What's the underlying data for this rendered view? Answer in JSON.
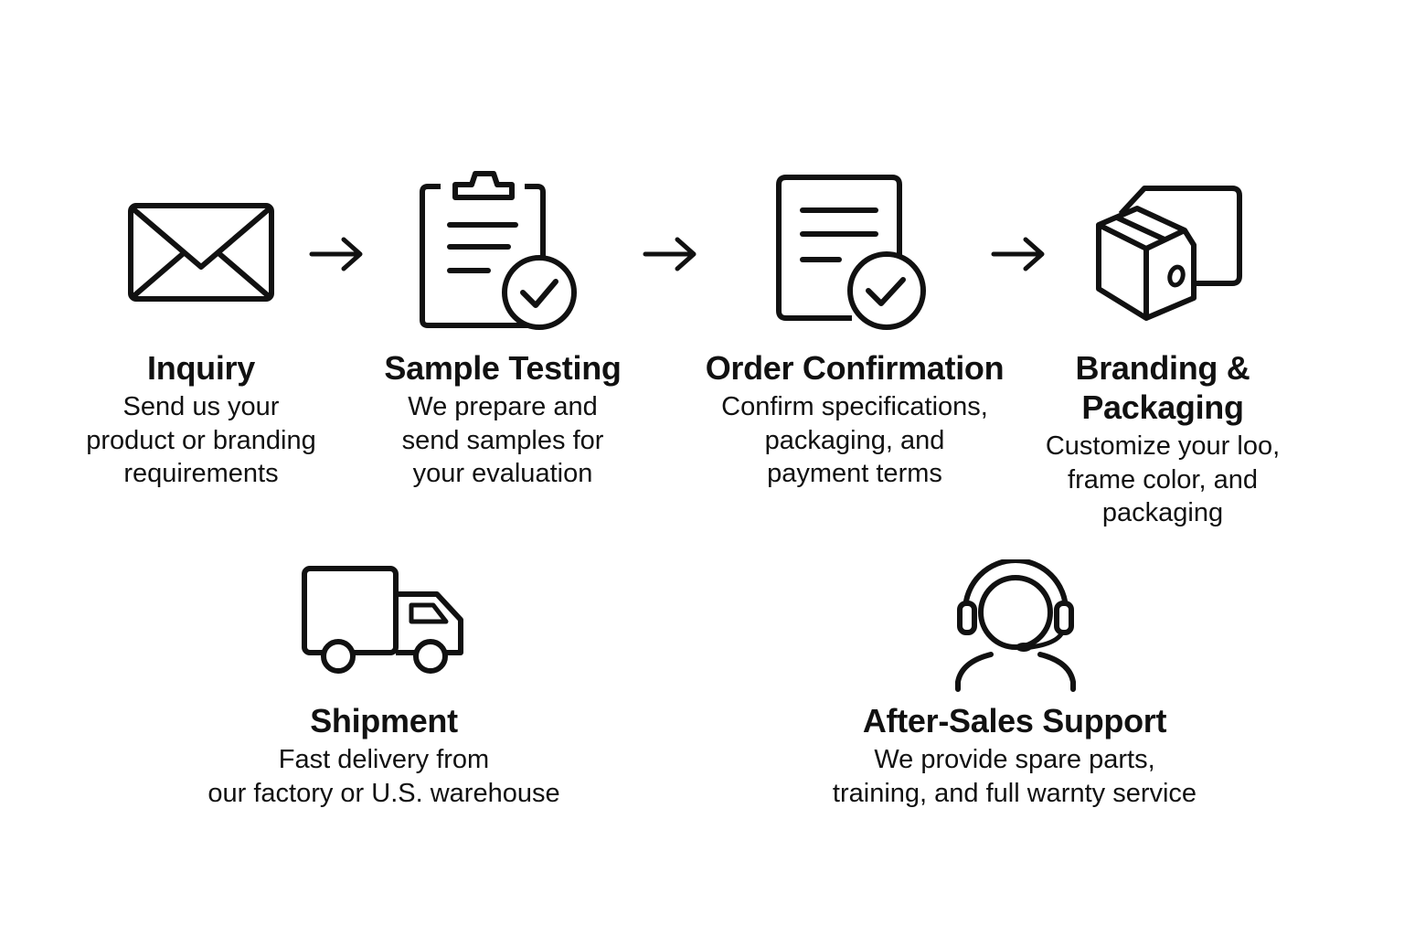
{
  "colors": {
    "background": "#ffffff",
    "ink": "#111111"
  },
  "steps": [
    {
      "icon": "envelope-icon",
      "title": "Inquiry",
      "description": "Send us your\nproduct or branding\nrequirements"
    },
    {
      "icon": "clipboard-check-icon",
      "title": "Sample Testing",
      "description": "We prepare and\nsend samples for\nyour evaluation"
    },
    {
      "icon": "document-check-icon",
      "title": "Order Confirmation",
      "description": "Confirm specifications,\npackaging, and\npayment terms"
    },
    {
      "icon": "box-package-icon",
      "title": "Branding &\nPackaging",
      "description": "Customize your loo,\nframe color, and\npackaging"
    },
    {
      "icon": "truck-icon",
      "title": "Shipment",
      "description": "Fast delivery from\nour factory or U.S. warehouse"
    },
    {
      "icon": "headset-support-icon",
      "title": "After-Sales Support",
      "description": "We provide spare parts,\ntraining, and full warnty service"
    }
  ],
  "connectors": [
    "arrow-right-icon",
    "arrow-right-icon",
    "arrow-right-icon"
  ]
}
